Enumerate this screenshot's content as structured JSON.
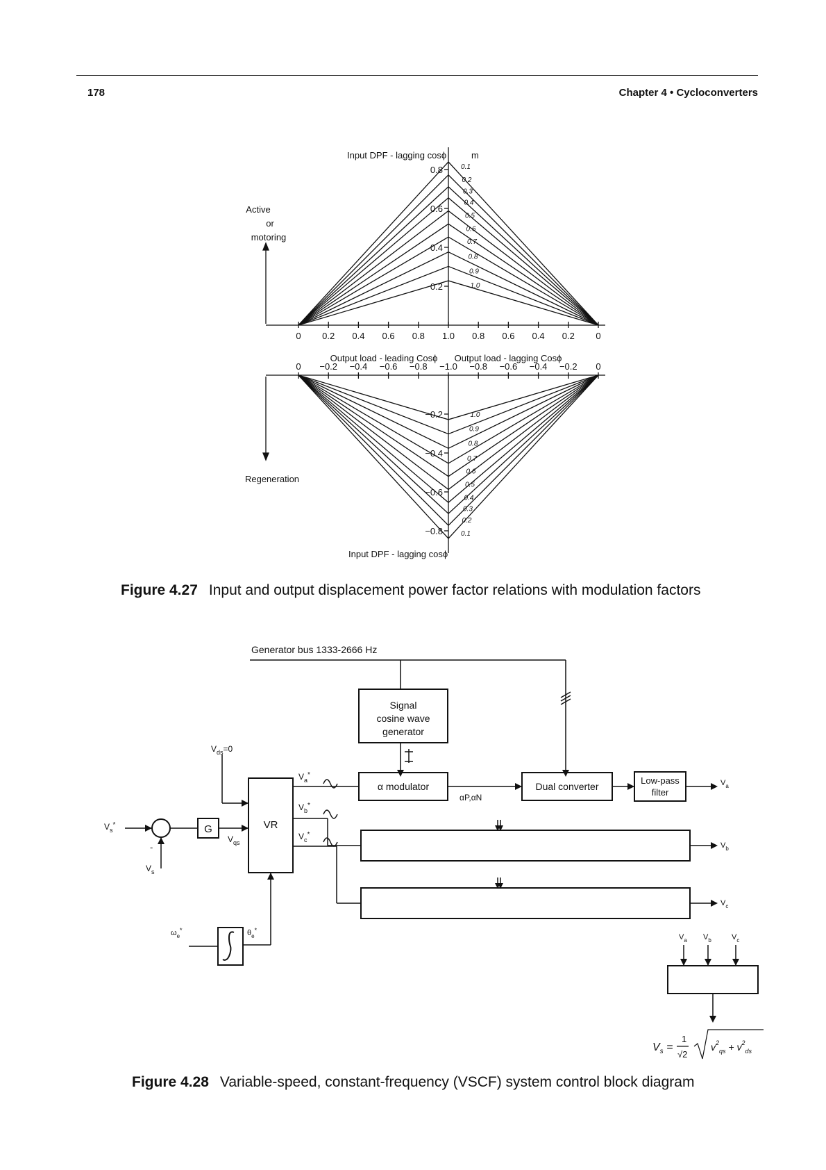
{
  "header": {
    "page_number": "178",
    "running_title": "Chapter 4 • Cycloconverters"
  },
  "figure_427": {
    "caption_label": "Figure 4.27",
    "caption_text": "Input and output displacement power factor relations with modulation factors",
    "top_axis_label": "Input DPF - lagging cosϕ",
    "bottom_axis_label": "Input DPF - lagging cosϕ",
    "mf_label": "m",
    "active_label": [
      "Active",
      "or",
      "motoring"
    ],
    "regeneration_label": "Regeneration",
    "upper_y_ticks": [
      "0.8",
      "0.6",
      "0.4",
      "0.2"
    ],
    "lower_y_ticks": [
      "−0.2",
      "−0.4",
      "−0.6",
      "−0.8"
    ],
    "upper_x_ticks": [
      "0",
      "0.2",
      "0.4",
      "0.6",
      "0.8",
      "1.0",
      "0.8",
      "0.6",
      "0.4",
      "0.2",
      "0"
    ],
    "lower_x_ticks": [
      "0",
      "−0.2",
      "−0.4",
      "−0.6",
      "−0.8",
      "−1.0",
      "−0.8",
      "−0.6",
      "−0.4",
      "−0.2",
      "0"
    ],
    "leading_label": "Output load - leading Cosϕ",
    "lagging_label": "Output load - lagging Cosϕ",
    "mf_values": [
      "1.0",
      "0.9",
      "0.8",
      "0.7",
      "0.6",
      "0.5",
      "0.4",
      "0.3",
      "0.2",
      "0.1"
    ]
  },
  "figure_428": {
    "caption_label": "Figure 4.28",
    "caption_text": "Variable-speed, constant-frequency (VSCF) system control block diagram",
    "generator_bus": "Generator bus 1333-2666 Hz",
    "signal_gen": [
      "Signal",
      "cosine wave",
      "generator"
    ],
    "modulator": "α modulator",
    "dual_converter": "Dual converter",
    "lowpass": [
      "Low-pass",
      "filter"
    ],
    "vr": "VR",
    "g": "G",
    "vds": "V",
    "vds_sub": "ds",
    "vds_val": "=0",
    "vqs": "V",
    "vqs_sub": "qs",
    "va_ref": "V",
    "vb_ref": "V",
    "vc_ref": "V",
    "alpha_pn": "αP,αN",
    "vs_ref": "V",
    "vs_fb": "V",
    "minus": "-",
    "omega": "ω",
    "theta": "θ",
    "out_va": "V",
    "out_vb": "V",
    "out_vc": "V",
    "formula_lhs": "V",
    "formula_rhs": "1/√2 √(v²qs + v²ds)"
  }
}
